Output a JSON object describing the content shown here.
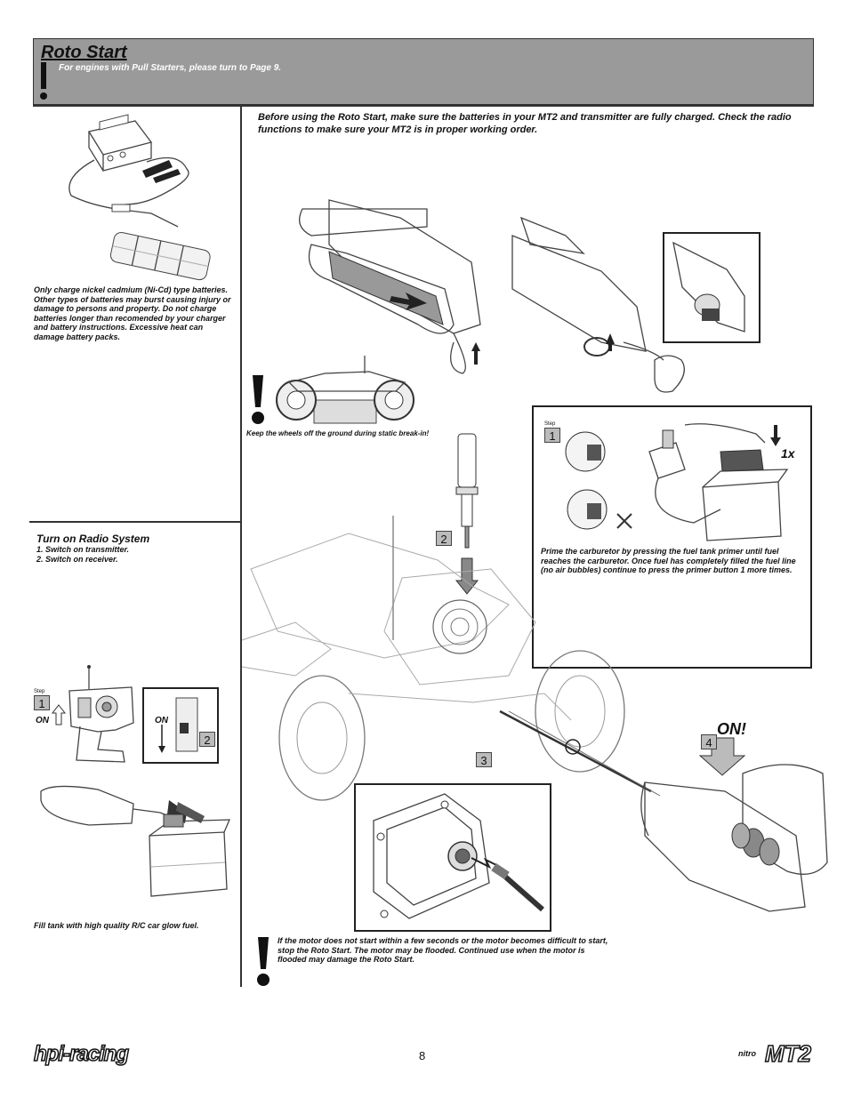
{
  "header": {
    "title": "Roto Start",
    "note": "For engines with Pull Starters, please turn to Page 9."
  },
  "left": {
    "charger_caption": "Only charge nickel cadmium (Ni-Cd) type batteries. Other types of batteries may burst causing injury or damage to persons and property. Do not charge batteries longer than recomended by your charger and battery instructions. Excessive heat can damage battery packs.",
    "radio_title": "Turn on Radio System",
    "radio_steps": [
      "1. Switch on transmitter.",
      "2. Switch on receiver."
    ],
    "radio_step1_tag": "Step",
    "radio_step1": "1",
    "radio_step2": "2",
    "on_label_1": "ON",
    "on_label_2": "ON",
    "fuel_caption": "Fill tank with high quality R/C car glow fuel."
  },
  "main": {
    "intro": "Before using the Roto Start, make sure the batteries in your MT2 and transmitter are fully charged. Check the radio functions to make sure your  MT2 is in proper working order.",
    "wheels_caption": "Keep the wheels off the ground during static break-in!",
    "primer_step_tag": "Step",
    "primer_step": "1",
    "primer_count": "1x",
    "primer_caption": "Prime the carburetor by pressing the fuel tank primer until fuel reaches the carburetor. Once fuel has completely filled the fuel line (no air bubbles) continue to press the primer button 1 more times.",
    "step2": "2",
    "step3": "3",
    "step4": "4",
    "on_label": "ON!",
    "flood_warning": "If the motor does not start within a few seconds or the motor becomes difficult to start, stop the Roto Start. The motor may be flooded. Continued use when the motor is flooded may damage the Roto Start."
  },
  "footer": {
    "brand_left": "hpi-racing",
    "page_number": "8",
    "brand_right_small": "nitro",
    "brand_right": "MT2"
  },
  "colors": {
    "header_bg": "#9a9a9a",
    "rule": "#333333"
  }
}
